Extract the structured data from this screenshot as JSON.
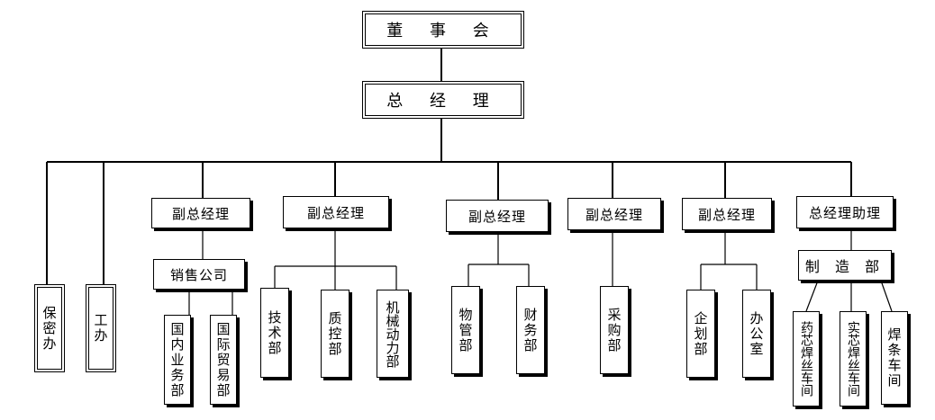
{
  "chart": {
    "root": "董 事 会",
    "gm": "总 经 理",
    "left_units": [
      "保密办",
      "工办"
    ],
    "vp_titles": [
      "副总经理",
      "副总经理",
      "副总经理",
      "副总经理",
      "副总经理",
      "总经理助理"
    ],
    "sales_company": "销售公司",
    "sales_depts": [
      "国内业务部",
      "国际贸易部"
    ],
    "vp2_depts": [
      "技术部",
      "质控部",
      "机械动力部"
    ],
    "vp3_depts": [
      "物管部",
      "财务部"
    ],
    "vp4_depts": [
      "采购部"
    ],
    "vp5_depts": [
      "企划部",
      "办公室"
    ],
    "manufacturing": "制 造 部",
    "mfg_depts": [
      "药芯焊丝车间",
      "实芯焊丝车间",
      "焊条车间"
    ]
  }
}
